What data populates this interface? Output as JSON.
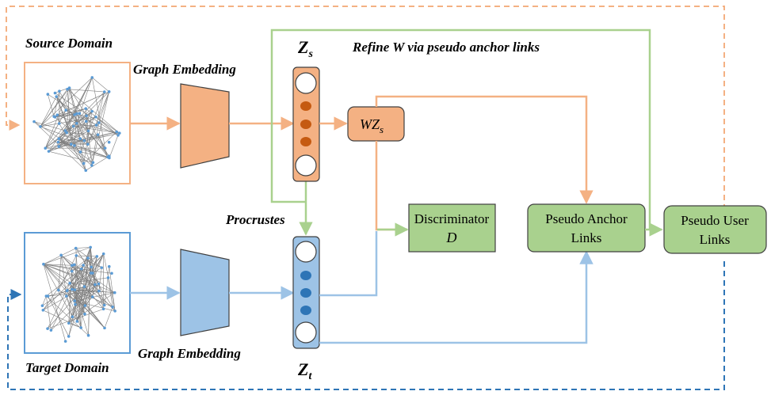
{
  "labels": {
    "source_domain": "Source Domain",
    "target_domain": "Target Domain",
    "graph_embedding_top": "Graph Embedding",
    "graph_embedding_bottom": "Graph Embedding",
    "procrustes": "Procrustes",
    "refine": "Refine W via pseudo anchor links",
    "zs": "Z",
    "zs_sub": "s",
    "zt": "Z",
    "zt_sub": "t"
  },
  "boxes": {
    "wzs": "WZ",
    "wzs_sub": "s",
    "discriminator_line1": "Discriminator",
    "discriminator_line2": "D",
    "pseudo_anchor_line1": "Pseudo Anchor",
    "pseudo_anchor_line2": "Links",
    "pseudo_user_line1": "Pseudo User",
    "pseudo_user_line2": "Links"
  },
  "colors": {
    "orange": "#F4B183",
    "orange_fill": "#F4B183",
    "orange_dot": "#C55A11",
    "blue": "#9DC3E6",
    "blue_fill": "#9DC3E6",
    "blue_dot": "#2E75B6",
    "green": "#A9D18E",
    "green_fill": "#A9D18E",
    "graph_edge": "#7f7f7f",
    "graph_node": "#5B9BD5"
  }
}
